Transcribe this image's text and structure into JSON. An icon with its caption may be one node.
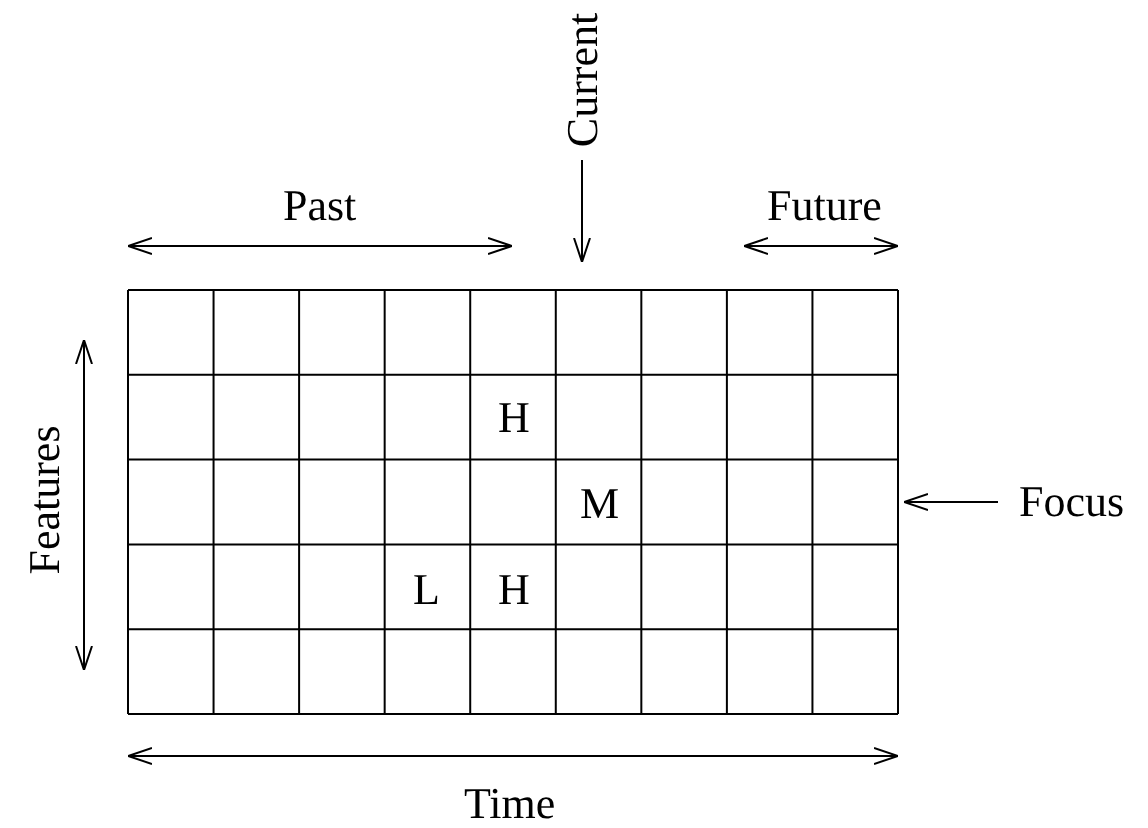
{
  "diagram": {
    "nodes": [
      {
        "text": [
          "Current"
        ]
      },
      {
        "text": [
          "Focus"
        ]
      }
    ],
    "edges": [
      {
        "from": 0,
        "to": null,
        "arrow": "to"
      },
      {
        "from": 1,
        "to": null,
        "arrow": "to"
      }
    ],
    "labels": [
      "Past",
      "Future",
      "Features",
      "H",
      "M",
      "L",
      "H",
      "Time"
    ]
  }
}
